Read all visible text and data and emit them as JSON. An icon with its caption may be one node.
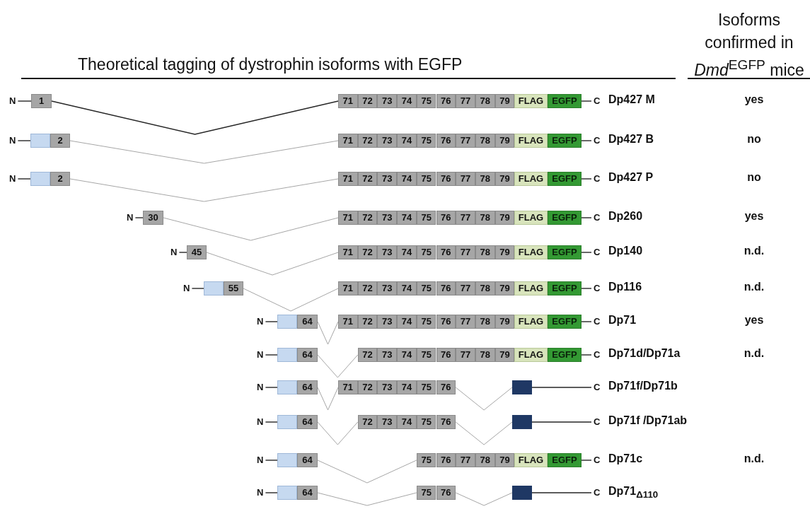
{
  "diagram": {
    "title": "Theoretical tagging of dystrophin isoforms with EGFP",
    "nodes": [
      {
        "text": [
          "N"
        ]
      },
      {
        "text": [
          "1"
        ]
      },
      {
        "text": [
          "71"
        ]
      },
      {
        "text": [
          "72"
        ]
      },
      {
        "text": [
          "73"
        ]
      },
      {
        "text": [
          "74"
        ]
      },
      {
        "text": [
          "75"
        ]
      },
      {
        "text": [
          "76"
        ]
      },
      {
        "text": [
          "77"
        ]
      },
      {
        "text": [
          "78"
        ]
      },
      {
        "text": [
          "79"
        ]
      },
      {
        "text": [
          "FLAG"
        ]
      },
      {
        "text": [
          "EGFP"
        ]
      },
      {
        "text": [
          "C"
        ]
      },
      {
        "text": [
          "N"
        ]
      },
      {
        "text": [],
        "shape": "box"
      },
      {
        "text": [
          "2"
        ]
      },
      {
        "text": [
          "71"
        ]
      },
      {
        "text": [
          "72"
        ]
      },
      {
        "text": [
          "73"
        ]
      },
      {
        "text": [
          "74"
        ]
      },
      {
        "text": [
          "75"
        ]
      },
      {
        "text": [
          "76"
        ]
      },
      {
        "text": [
          "77"
        ]
      },
      {
        "text": [
          "78"
        ]
      },
      {
        "text": [
          "79"
        ]
      },
      {
        "text": [
          "FLAG"
        ]
      },
      {
        "text": [
          "EGFP"
        ]
      },
      {
        "text": [
          "C"
        ]
      },
      {
        "text": [
          "N"
        ]
      },
      {
        "text": [],
        "shape": "box"
      },
      {
        "text": [
          "2"
        ]
      },
      {
        "text": [
          "71"
        ]
      },
      {
        "text": [
          "72"
        ]
      },
      {
        "text": [
          "73"
        ]
      },
      {
        "text": [
          "74"
        ]
      },
      {
        "text": [
          "75"
        ]
      },
      {
        "text": [
          "76"
        ]
      },
      {
        "text": [
          "77"
        ]
      },
      {
        "text": [
          "78"
        ]
      },
      {
        "text": [
          "79"
        ]
      },
      {
        "text": [
          "FLAG"
        ]
      },
      {
        "text": [
          "EGFP"
        ]
      },
      {
        "text": [
          "C"
        ]
      },
      {
        "text": [
          "N"
        ]
      },
      {
        "text": [
          "30"
        ]
      },
      {
        "text": [
          "71"
        ]
      },
      {
        "text": [
          "72"
        ]
      },
      {
        "text": [
          "73"
        ]
      },
      {
        "text": [
          "74"
        ]
      },
      {
        "text": [
          "75"
        ]
      },
      {
        "text": [
          "76"
        ]
      },
      {
        "text": [
          "77"
        ]
      },
      {
        "text": [
          "78"
        ]
      },
      {
        "text": [
          "79"
        ]
      },
      {
        "text": [
          "FLAG"
        ]
      },
      {
        "text": [
          "EGFP"
        ]
      },
      {
        "text": [
          "C"
        ]
      },
      {
        "text": [
          "N"
        ]
      },
      {
        "text": [
          "45"
        ]
      },
      {
        "text": [
          "71"
        ]
      },
      {
        "text": [
          "72"
        ]
      },
      {
        "text": [
          "73"
        ]
      },
      {
        "text": [
          "74"
        ]
      },
      {
        "text": [
          "75"
        ]
      },
      {
        "text": [
          "76"
        ]
      },
      {
        "text": [
          "77"
        ]
      },
      {
        "text": [
          "78"
        ]
      },
      {
        "text": [
          "79"
        ]
      },
      {
        "text": [
          "FLAG"
        ]
      },
      {
        "text": [
          "EGFP"
        ]
      },
      {
        "text": [
          "C"
        ]
      },
      {
        "text": [
          "N"
        ]
      },
      {
        "text": [],
        "shape": "box"
      },
      {
        "text": [
          "55"
        ]
      },
      {
        "text": [
          "71"
        ]
      },
      {
        "text": [
          "72"
        ]
      },
      {
        "text": [
          "73"
        ]
      },
      {
        "text": [
          "74"
        ]
      },
      {
        "text": [
          "75"
        ]
      },
      {
        "text": [
          "76"
        ]
      },
      {
        "text": [
          "77"
        ]
      },
      {
        "text": [
          "78"
        ]
      },
      {
        "text": [
          "79"
        ]
      },
      {
        "text": [
          "FLAG"
        ]
      },
      {
        "text": [
          "EGFP"
        ]
      },
      {
        "text": [
          "C"
        ]
      },
      {
        "text": [
          "N"
        ]
      },
      {
        "text": [],
        "shape": "box"
      },
      {
        "text": [
          "64"
        ]
      },
      {
        "text": [
          "71"
        ]
      },
      {
        "text": [
          "72"
        ]
      },
      {
        "text": [
          "73"
        ]
      },
      {
        "text": [
          "74"
        ]
      },
      {
        "text": [
          "75"
        ]
      },
      {
        "text": [
          "76"
        ]
      },
      {
        "text": [
          "77"
        ]
      },
      {
        "text": [
          "78"
        ]
      },
      {
        "text": [
          "79"
        ]
      },
      {
        "text": [
          "FLAG"
        ]
      },
      {
        "text": [
          "EGFP"
        ]
      },
      {
        "text": [
          "C"
        ]
      },
      {
        "text": [
          "N"
        ]
      },
      {
        "text": [],
        "shape": "box"
      },
      {
        "text": [
          "64"
        ]
      },
      {
        "text": [
          "72"
        ]
      },
      {
        "text": [
          "73"
        ]
      },
      {
        "text": [
          "74"
        ]
      },
      {
        "text": [
          "75"
        ]
      },
      {
        "text": [
          "76"
        ]
      },
      {
        "text": [
          "77"
        ]
      },
      {
        "text": [
          "78"
        ]
      },
      {
        "text": [
          "79"
        ]
      },
      {
        "text": [
          "FLAG"
        ]
      },
      {
        "text": [
          "EGFP"
        ]
      },
      {
        "text": [
          "C"
        ]
      },
      {
        "text": [
          "N"
        ]
      },
      {
        "text": [],
        "shape": "box"
      },
      {
        "text": [
          "64"
        ]
      },
      {
        "text": [
          "71"
        ]
      },
      {
        "text": [
          "72"
        ]
      },
      {
        "text": [
          "73"
        ]
      },
      {
        "text": [
          "74"
        ]
      },
      {
        "text": [
          "75"
        ]
      },
      {
        "text": [
          "76"
        ]
      },
      {
        "text": [],
        "shape": "box"
      },
      {
        "text": [
          "C"
        ]
      },
      {
        "text": [
          "N"
        ]
      },
      {
        "text": [],
        "shape": "box"
      },
      {
        "text": [
          "64"
        ]
      },
      {
        "text": [
          "72"
        ]
      },
      {
        "text": [
          "73"
        ]
      },
      {
        "text": [
          "74"
        ]
      },
      {
        "text": [
          "75"
        ]
      },
      {
        "text": [
          "76"
        ]
      },
      {
        "text": [],
        "shape": "box"
      },
      {
        "text": [
          "C"
        ]
      },
      {
        "text": [
          "N"
        ]
      },
      {
        "text": [],
        "shape": "box"
      },
      {
        "text": [
          "64"
        ]
      },
      {
        "text": [
          "75"
        ]
      },
      {
        "text": [
          "76"
        ]
      },
      {
        "text": [
          "77"
        ]
      },
      {
        "text": [
          "78"
        ]
      },
      {
        "text": [
          "79"
        ]
      },
      {
        "text": [
          "FLAG"
        ]
      },
      {
        "text": [
          "EGFP"
        ]
      },
      {
        "text": [
          "C"
        ]
      },
      {
        "text": [
          "N"
        ]
      },
      {
        "text": [],
        "shape": "box"
      },
      {
        "text": [
          "64"
        ]
      },
      {
        "text": [
          "75"
        ]
      },
      {
        "text": [
          "76"
        ]
      },
      {
        "text": [],
        "shape": "box"
      },
      {
        "text": [
          "C"
        ]
      }
    ],
    "edges": [
      {
        "from": 0,
        "to": 1,
        "arrow": "none"
      },
      {
        "from": 1,
        "to": 2,
        "arrow": "none"
      },
      {
        "from": 12,
        "to": 13,
        "arrow": "none"
      },
      {
        "from": 14,
        "to": 15,
        "arrow": "none"
      },
      {
        "from": 16,
        "to": 17,
        "arrow": "none",
        "color": "#a6a6a6"
      },
      {
        "from": 27,
        "to": 28,
        "arrow": "none"
      },
      {
        "from": 29,
        "to": 30,
        "arrow": "none"
      },
      {
        "from": 31,
        "to": 32,
        "arrow": "none",
        "color": "#a6a6a6"
      },
      {
        "from": 42,
        "to": 43,
        "arrow": "none"
      },
      {
        "from": 44,
        "to": 45,
        "arrow": "none"
      },
      {
        "from": 45,
        "to": 46,
        "arrow": "none",
        "color": "#a6a6a6"
      },
      {
        "from": 56,
        "to": 57,
        "arrow": "none"
      },
      {
        "from": 58,
        "to": 59,
        "arrow": "none"
      },
      {
        "from": 59,
        "to": 60,
        "arrow": "none",
        "color": "#a6a6a6"
      },
      {
        "from": 70,
        "to": 71,
        "arrow": "none"
      },
      {
        "from": 72,
        "to": 73,
        "arrow": "none"
      },
      {
        "from": 74,
        "to": 75,
        "arrow": "none",
        "color": "#a6a6a6"
      },
      {
        "from": 85,
        "to": 86,
        "arrow": "none"
      },
      {
        "from": 87,
        "to": 88,
        "arrow": "none"
      },
      {
        "from": 89,
        "to": 90,
        "arrow": "none",
        "color": "#a6a6a6"
      },
      {
        "from": 100,
        "to": 101,
        "arrow": "none"
      },
      {
        "from": 102,
        "to": 103,
        "arrow": "none"
      },
      {
        "from": 104,
        "to": 105,
        "arrow": "none",
        "color": "#a6a6a6"
      },
      {
        "from": 114,
        "to": 115,
        "arrow": "none"
      },
      {
        "from": 116,
        "to": 117,
        "arrow": "none"
      },
      {
        "from": 118,
        "to": 119,
        "arrow": "none",
        "color": "#a6a6a6"
      },
      {
        "from": 124,
        "to": 125,
        "arrow": "none",
        "color": "#a6a6a6"
      },
      {
        "from": 125,
        "to": 126,
        "arrow": "none"
      },
      {
        "from": 127,
        "to": 128,
        "arrow": "none"
      },
      {
        "from": 129,
        "to": 130,
        "arrow": "none",
        "color": "#a6a6a6"
      },
      {
        "from": 134,
        "to": 135,
        "arrow": "none",
        "color": "#a6a6a6"
      },
      {
        "from": 135,
        "to": 136,
        "arrow": "none"
      },
      {
        "from": 137,
        "to": 138,
        "arrow": "none"
      },
      {
        "from": 139,
        "to": 140,
        "arrow": "none",
        "color": "#a6a6a6"
      },
      {
        "from": 146,
        "to": 147,
        "arrow": "none"
      },
      {
        "from": 148,
        "to": 149,
        "arrow": "none"
      },
      {
        "from": 150,
        "to": 151,
        "arrow": "none",
        "color": "#a6a6a6"
      },
      {
        "from": 152,
        "to": 153,
        "arrow": "none",
        "color": "#a6a6a6"
      },
      {
        "from": 153,
        "to": 154,
        "arrow": "none"
      }
    ],
    "labels": [
      "Isoforms confirmed in *Dmd*$^{EGFP}$ mice",
      "Dp427 M",
      "yes",
      "Dp427 B",
      "no",
      "Dp427 P",
      "no",
      "Dp260",
      "yes",
      "Dp140",
      "n.d.",
      "Dp116",
      "n.d.",
      "Dp71",
      "yes",
      "Dp71d/Dp71a",
      "n.d.",
      "Dp71f/Dp71b",
      "Dp71f /Dp71ab",
      "Dp71c",
      "n.d.",
      "Dp71$_{Δ110}$"
    ]
  }
}
